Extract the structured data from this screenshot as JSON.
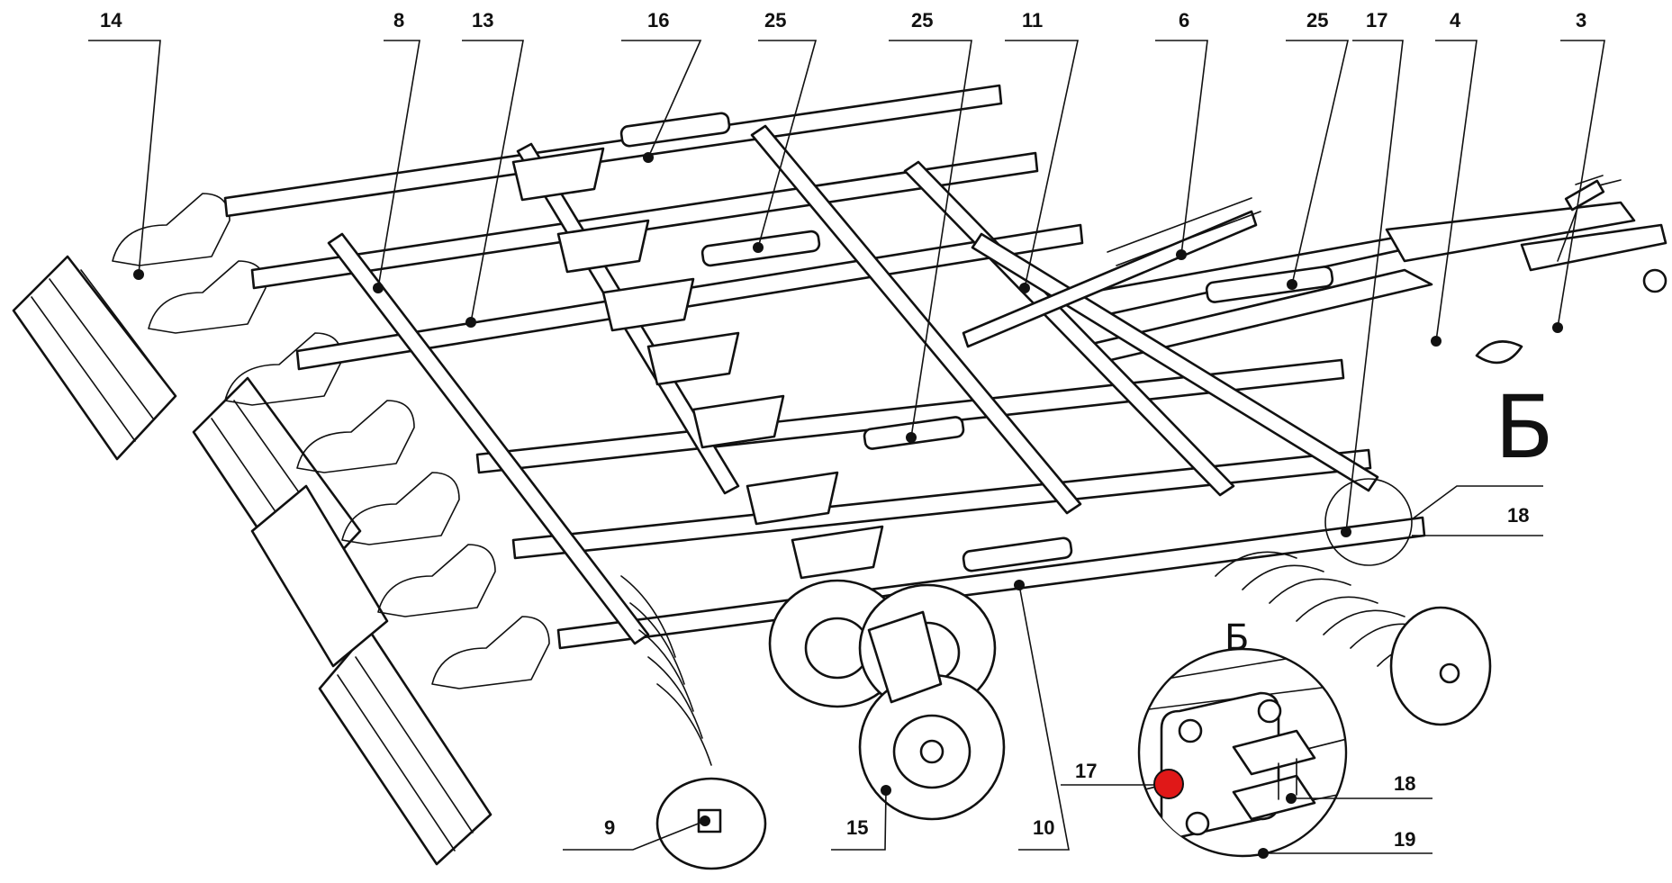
{
  "section_label": "Б",
  "detail_label": "Б",
  "callouts": [
    {
      "id": "c14",
      "label": "14"
    },
    {
      "id": "c8",
      "label": "8"
    },
    {
      "id": "c13",
      "label": "13"
    },
    {
      "id": "c16",
      "label": "16"
    },
    {
      "id": "c25a",
      "label": "25"
    },
    {
      "id": "c25b",
      "label": "25"
    },
    {
      "id": "c11",
      "label": "11"
    },
    {
      "id": "c6",
      "label": "6"
    },
    {
      "id": "c25c",
      "label": "25"
    },
    {
      "id": "c17",
      "label": "17"
    },
    {
      "id": "c4",
      "label": "4"
    },
    {
      "id": "c3",
      "label": "3"
    },
    {
      "id": "c18",
      "label": "18"
    },
    {
      "id": "c9",
      "label": "9"
    },
    {
      "id": "c15",
      "label": "15"
    },
    {
      "id": "c10",
      "label": "10"
    },
    {
      "id": "c17d",
      "label": "17"
    },
    {
      "id": "c18d",
      "label": "18"
    },
    {
      "id": "c19d",
      "label": "19"
    }
  ],
  "colors": {
    "ink": "#111111",
    "highlight": "#e01818",
    "background": "#ffffff"
  }
}
